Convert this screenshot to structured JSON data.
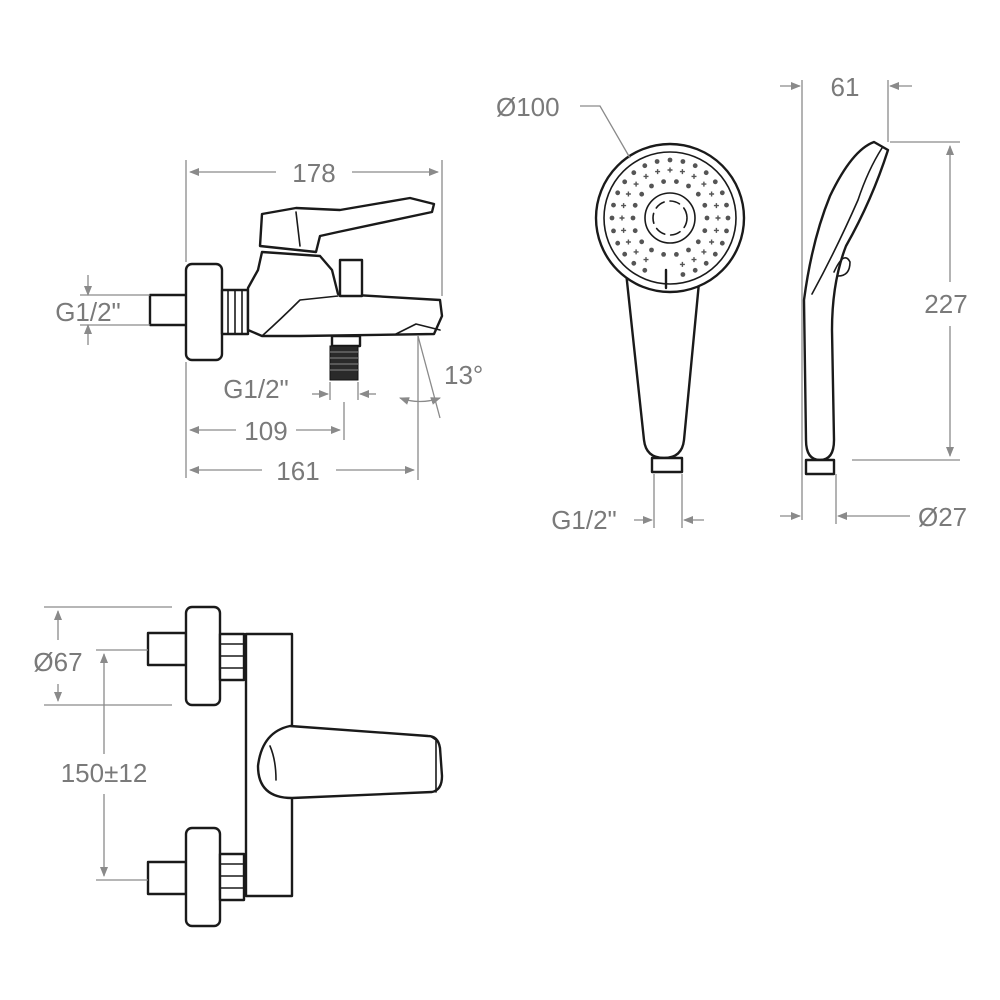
{
  "colors": {
    "outline": "#1a1a1a",
    "dimension": "#8a8a8a",
    "label": "#7a7a7a"
  },
  "labels": {
    "width_178": "178",
    "thread_left": "G1/2\"",
    "thread_spout": "G1/2\"",
    "angle": "13°",
    "dim_109": "109",
    "dim_161": "161",
    "head_diameter": "Ø100",
    "handle_depth": "61",
    "length_227": "227",
    "thread_shower": "G1/2\"",
    "hose_diameter": "Ø27",
    "flange_diameter": "Ø67",
    "center_distance": "150±12"
  }
}
